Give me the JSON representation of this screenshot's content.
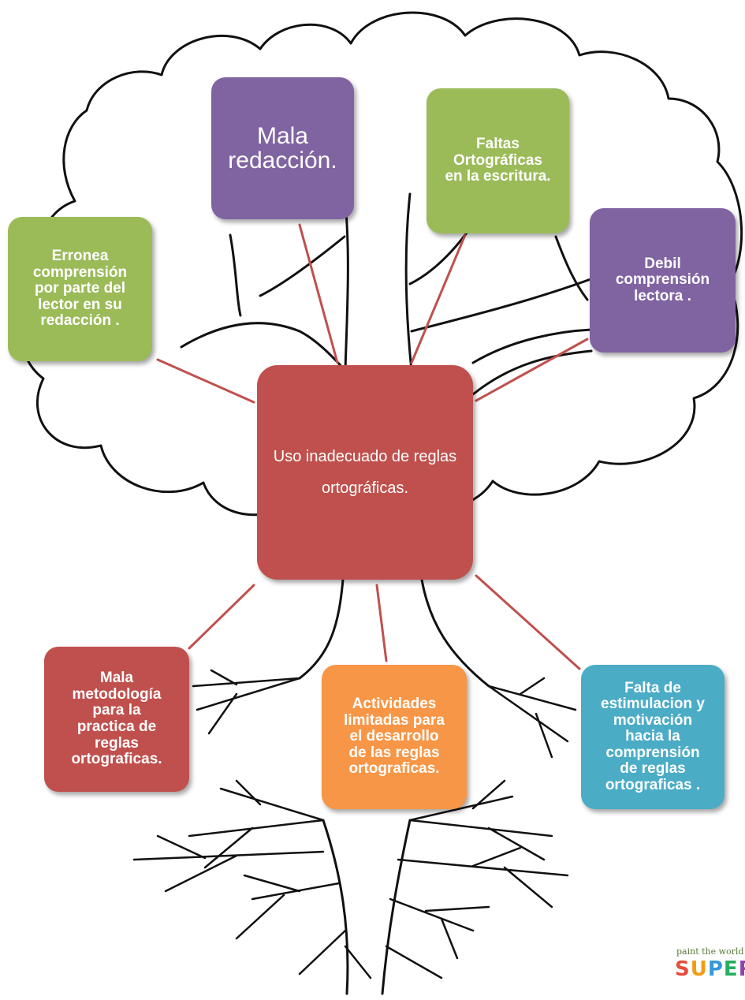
{
  "diagram": {
    "problem": "Uso inadecuado de reglas ortográficas.",
    "effects": [
      {
        "id": "effect-1",
        "text": "Erronea\ncomprensión\npor parte del\nlector en su\nredacción .",
        "color": "#9bbb59"
      },
      {
        "id": "effect-2",
        "text": "Mala\nredacción.",
        "color": "#8064a2"
      },
      {
        "id": "effect-3",
        "text": "Faltas\nOrtográficas\nen la escritura.",
        "color": "#9bbb59"
      },
      {
        "id": "effect-4",
        "text": "Debil\ncomprensión\nlectora .",
        "color": "#8064a2"
      }
    ],
    "causes": [
      {
        "id": "cause-1",
        "text": "Mala\nmetodología\npara la\npractica de\nreglas\nortograficas.",
        "color": "#c0504d"
      },
      {
        "id": "cause-2",
        "text": "Actividades\nlimitadas para\nel desarrollo\nde las reglas\nortograficas.",
        "color": "#f79646"
      },
      {
        "id": "cause-3",
        "text": "Falta de\nestimulacion y\nmotivación\nhacia la\ncomprensión\nde reglas\nortograficas .",
        "color": "#4bacc6"
      }
    ],
    "problem_color": "#c0504d",
    "connector_color": "#c0504d"
  },
  "logo": {
    "tagline": "paint the world",
    "word": "SUPER",
    "letter_colors": [
      "#e74c3c",
      "#f39c12",
      "#3498db",
      "#27ae60",
      "#8e44ad"
    ]
  }
}
